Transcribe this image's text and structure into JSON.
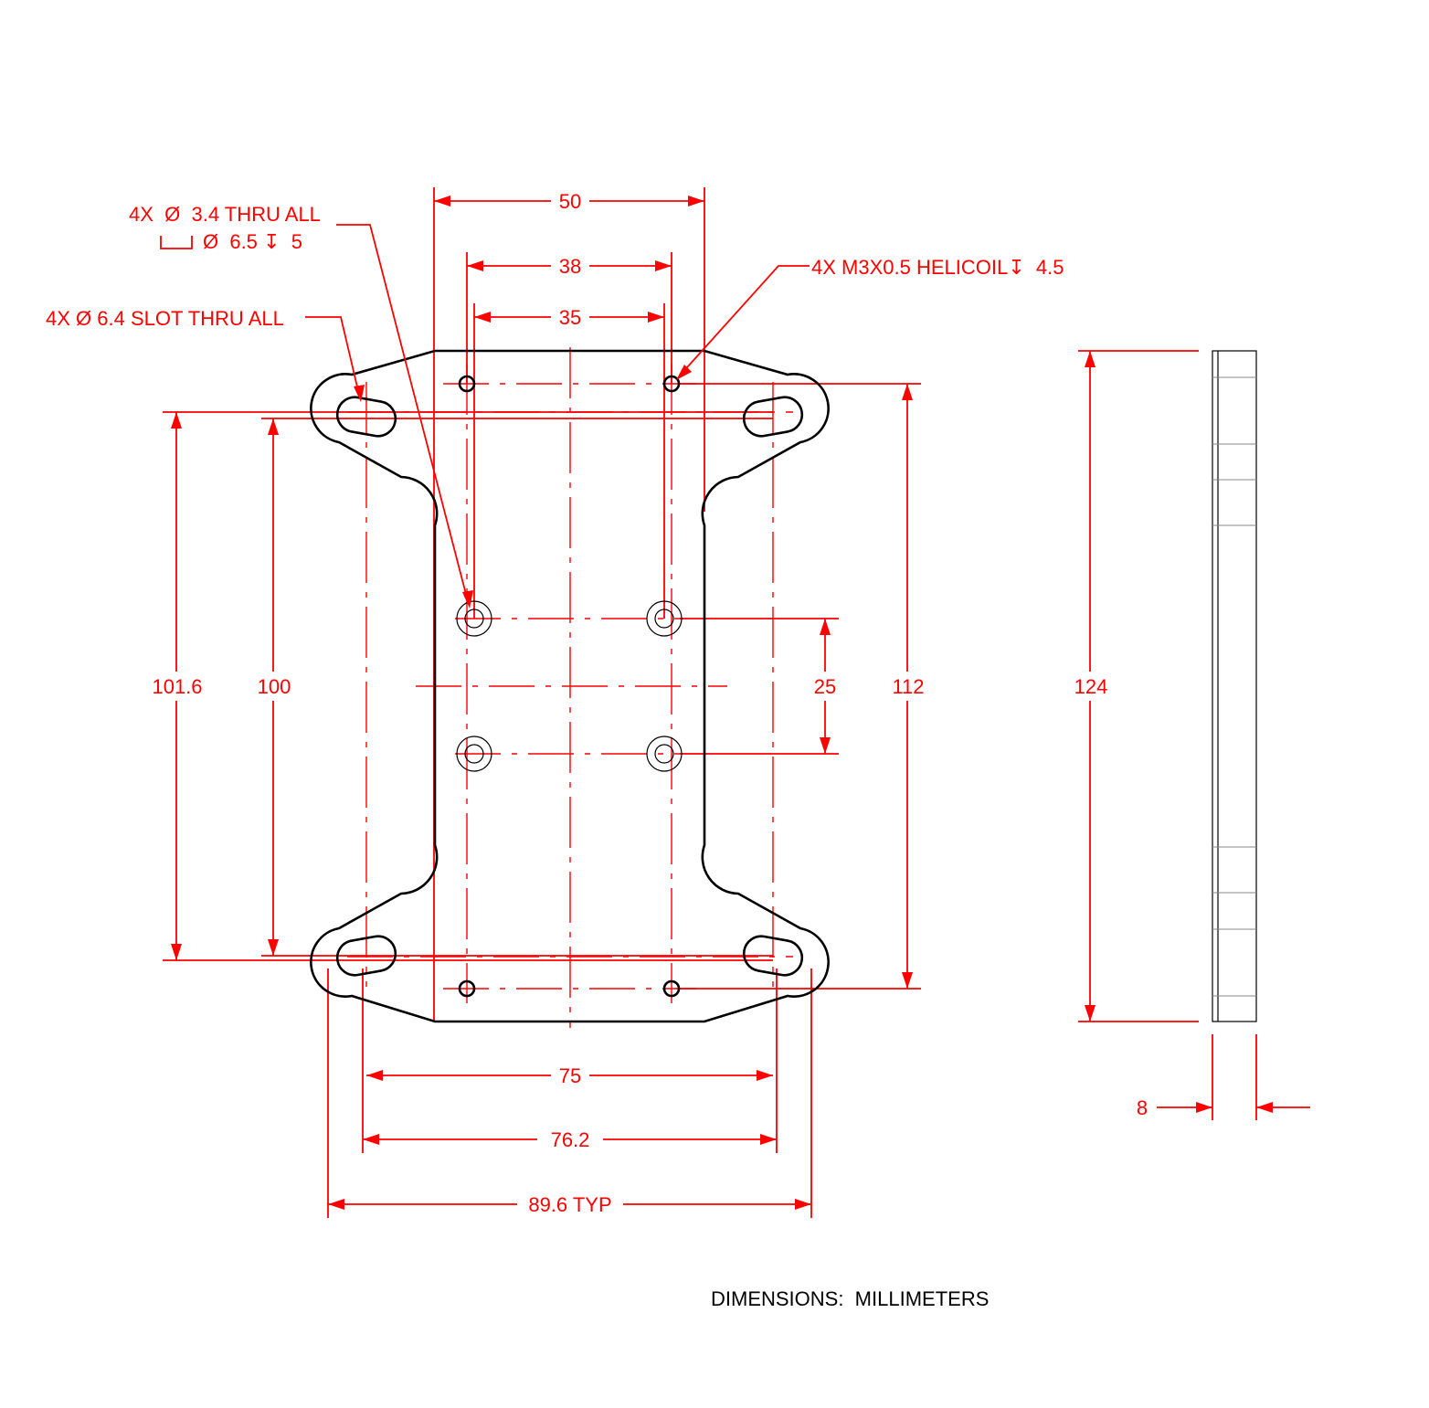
{
  "dimensions": {
    "top_50": "50",
    "top_38": "38",
    "top_35": "35",
    "left_101_6": "101.6",
    "left_100": "100",
    "right_25": "25",
    "right_112": "112",
    "side_124": "124",
    "side_8": "8",
    "bottom_75": "75",
    "bottom_76_2": "76.2",
    "bottom_89_6": "89.6 TYP"
  },
  "callouts": {
    "thru_hole_line1": "4X  Ø  3.4 THRU ALL",
    "thru_hole_line2": "Ø  6.5 ↧  5",
    "slot": "4X Ø 6.4 SLOT THRU ALL",
    "helicoil": "4X M3X0.5 HELICOIL↧  4.5"
  },
  "units_note": "DIMENSIONS:  MILLIMETERS",
  "colors": {
    "dimension": "#ff0000",
    "part_outline": "#000000",
    "background": "#ffffff"
  }
}
